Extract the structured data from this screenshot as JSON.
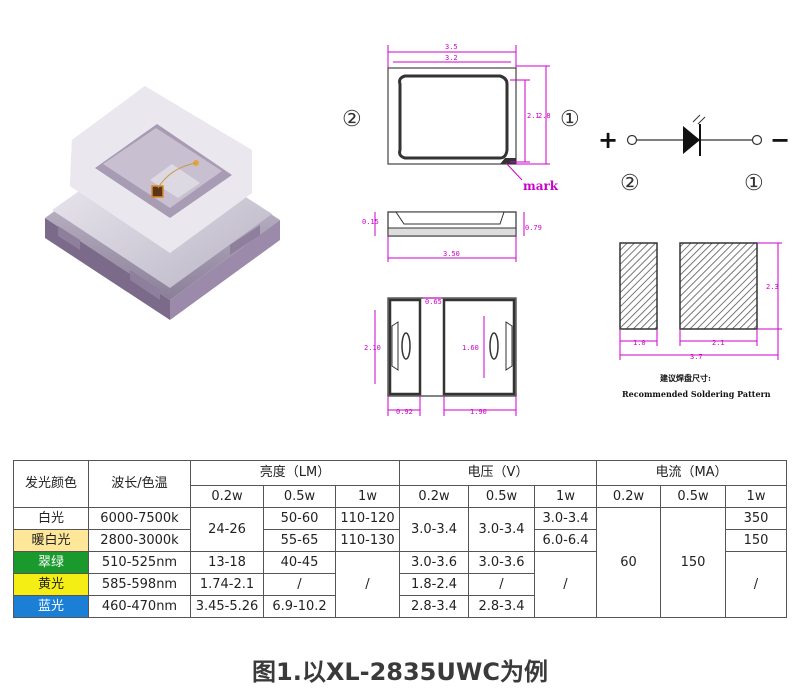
{
  "drawing": {
    "top_view": {
      "width_outer": "3.5",
      "width_inner": "3.2",
      "height_inner": "2.1",
      "height_outer": "2.8",
      "mark_label": "mark"
    },
    "side_view": {
      "thickness_left": "0.15",
      "thickness_right": "0.79",
      "length": "3.50"
    },
    "bottom_view": {
      "pad_gap": "0.65",
      "height_left": "2.10",
      "height_inner": "1.60",
      "pad_left_width": "0.92",
      "pad_right_width": "1.90"
    },
    "pins": {
      "left": "②",
      "right": "①"
    },
    "polarity": {
      "plus": "+",
      "minus": "−",
      "left_pin": "②",
      "right_pin": "①"
    },
    "soldering": {
      "dim_small": "1.0",
      "dim_large": "2.1",
      "dim_total": "3.7",
      "dim_height": "2.3",
      "label_cn": "建议焊盘尺寸:",
      "label_en": "Recommended Soldering Pattern"
    }
  },
  "table": {
    "headers": {
      "color": "发光颜色",
      "wavelength": "波长/色温",
      "brightness": "亮度（LM）",
      "voltage": "电压（V）",
      "current": "电流（MA）"
    },
    "sub_headers": [
      "0.2w",
      "0.5w",
      "1w",
      "0.2w",
      "0.5w",
      "1w",
      "0.2w",
      "0.5w",
      "1w"
    ],
    "rows": [
      {
        "color": "白光",
        "wavelength": "6000-7500k"
      },
      {
        "color": "暖白光",
        "wavelength": "2800-3000k"
      },
      {
        "color": "翠绿",
        "wavelength": "510-525nm"
      },
      {
        "color": "黄光",
        "wavelength": "585-598nm"
      },
      {
        "color": "蓝光",
        "wavelength": "460-470nm"
      }
    ],
    "cells": {
      "b02_white_warm": "24-26",
      "b05_white": "50-60",
      "b1_white": "110-120",
      "b05_warm": "55-65",
      "b1_warm": "110-130",
      "v02_white_warm": "3.0-3.4",
      "v05_white_warm": "3.0-3.4",
      "v1_white": "3.0-3.4",
      "v1_warm": "6.0-6.4",
      "i02_all": "60",
      "i05_all": "150",
      "i1_white": "350",
      "i1_warm": "150",
      "b02_green": "13-18",
      "b05_green": "40-45",
      "b1_gyb": "/",
      "v02_green": "3.0-3.6",
      "v05_green": "3.0-3.6",
      "v1_gyb": "/",
      "i1_gyb": "/",
      "b02_yellow": "1.74-2.1",
      "b05_yellow": "/",
      "v02_yellow": "1.8-2.4",
      "v05_yellow": "/",
      "b02_blue": "3.45-5.26",
      "b05_blue": "6.9-10.2",
      "v02_blue": "2.8-3.4",
      "v05_blue": "2.8-3.4"
    }
  },
  "caption": "图1.以XL-2835UWC为例",
  "colors": {
    "dimension": "#cc00cc",
    "green": "#1a9a2c",
    "yellow": "#f4ee15",
    "blue": "#1c7fd6",
    "warm": "#ffe79a"
  }
}
